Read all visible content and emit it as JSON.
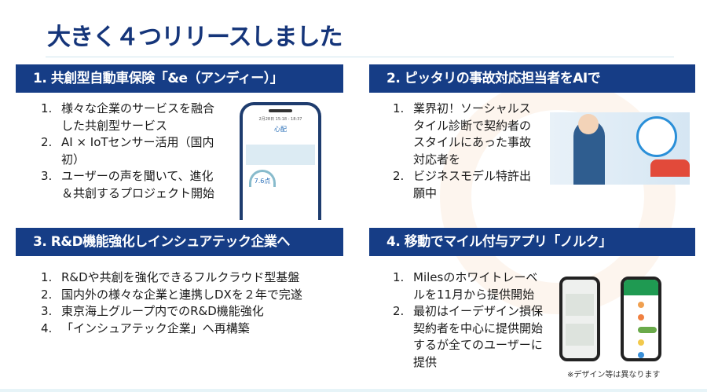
{
  "title": "大きく４つリリースしました",
  "sections": [
    {
      "header": "1. 共創型自動車保険「&e（アンディー）」",
      "items": [
        {
          "n": "1.",
          "t": "様々な企業のサービスを融合した共創型サービス"
        },
        {
          "n": "2.",
          "t": "AI × IoTセンサー活用（国内初）"
        },
        {
          "n": "3.",
          "t": "ユーザーの声を聞いて、進化＆共創するプロジェクト開始"
        }
      ],
      "phone": {
        "date": "2月28日 15:18 - 18:37",
        "status": "心配",
        "score": "7.6点"
      }
    },
    {
      "header": "2. ピッタリの事故対応担当者をAIで",
      "items": [
        {
          "n": "1.",
          "t": "業界初！ソーシャルスタイル診断で契約者のスタイルにあった事故対応者を"
        },
        {
          "n": "2.",
          "t": "ビジネスモデル特許出願中"
        }
      ]
    },
    {
      "header": "3. R&D機能強化しインシュアテック企業へ",
      "items": [
        {
          "n": "1.",
          "t": "R&Dや共創を強化できるフルクラウド型基盤"
        },
        {
          "n": "2.",
          "t": "国内外の様々な企業と連携しDXを２年で完遂"
        },
        {
          "n": "3.",
          "t": "東京海上グループ内でのR&D機能強化"
        },
        {
          "n": "4.",
          "t": "「インシュアテック企業」へ再構築"
        }
      ]
    },
    {
      "header": "4. 移動でマイル付与アプリ「ノルク」",
      "items": [
        {
          "n": "1.",
          "t": "Milesのホワイトレーベルを11月から提供開始"
        },
        {
          "n": "2.",
          "t": "最初はイーデザイン損保契約者を中心に提供開始するが全てのユーザーに提供"
        }
      ],
      "caption": "※デザイン等は異なります"
    }
  ],
  "colors": {
    "navy": "#163d86",
    "title": "#15357a"
  }
}
